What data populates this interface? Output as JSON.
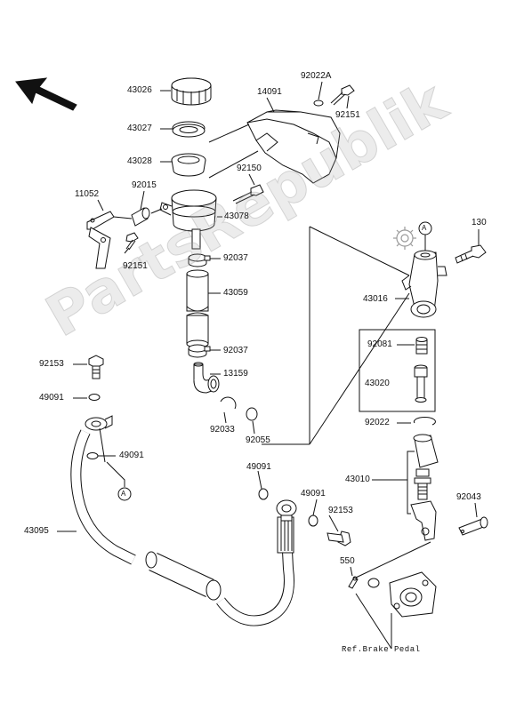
{
  "watermark": "PartsRepublik",
  "labels": {
    "p43026": "43026",
    "p43027": "43027",
    "p43028": "43028",
    "p11052": "11052",
    "p92015": "92015",
    "p92151a": "92151",
    "p14091": "14091",
    "p92022A": "92022A",
    "p92151b": "92151",
    "p92150": "92150",
    "p43078": "43078",
    "p92037a": "92037",
    "p43059": "43059",
    "p92037b": "92037",
    "p13159": "13159",
    "p92033": "92033",
    "p92055": "92055",
    "p92153a": "92153",
    "p49091a": "49091",
    "p49091b": "49091",
    "pA1": "A",
    "p43095": "43095",
    "p130": "130",
    "pA2": "A",
    "p43016": "43016",
    "p92081": "92081",
    "p43020": "43020",
    "p92022": "92022",
    "p43010": "43010",
    "p92043": "92043",
    "p49091c": "49091",
    "p49091d": "49091",
    "p92153b": "92153",
    "p550": "550",
    "ref": "Ref.Brake Pedal"
  },
  "colors": {
    "line": "#111111",
    "fill": "#ffffff",
    "shade": "#d9d9d9",
    "watermark": "#aaaaaa"
  }
}
